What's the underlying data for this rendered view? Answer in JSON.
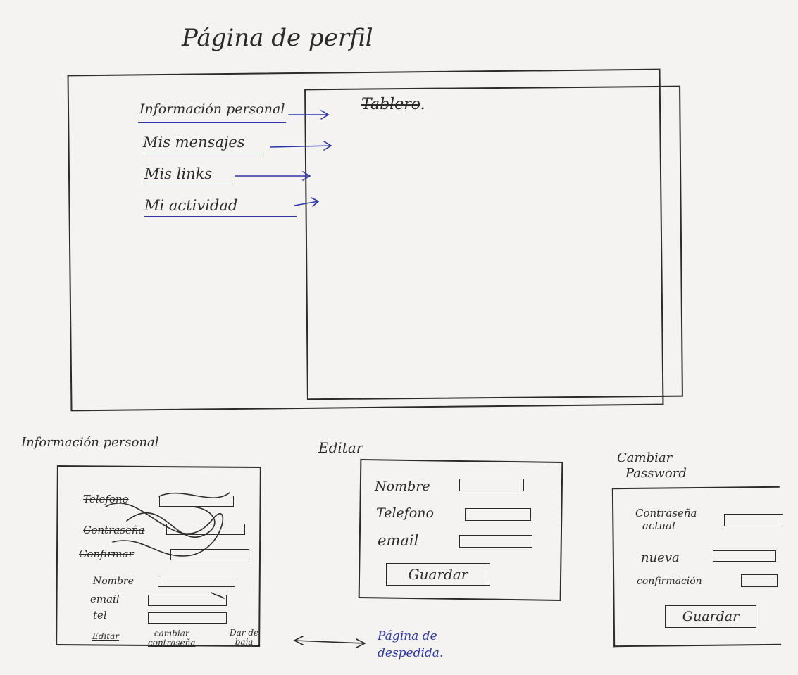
{
  "title": "Página de perfil",
  "main_screen": {
    "menu": [
      "Información personal",
      "Mis mensajes",
      "Mis links",
      "Mi actividad"
    ],
    "panel_title_struck": "Tablero",
    "panel_title_suffix": "."
  },
  "info_personal": {
    "title": "Información personal",
    "struck_labels": [
      "Telefono",
      "Contraseña",
      "Confirmar"
    ],
    "labels": [
      "Nombre",
      "email",
      "tel"
    ],
    "links": {
      "edit": "Editar",
      "change_pw": [
        "cambiar",
        "contraseña"
      ],
      "leave": [
        "Dar de",
        "baja"
      ]
    },
    "goodbye_note": [
      "Página de",
      "despedida."
    ]
  },
  "editar": {
    "title": "Editar",
    "labels": [
      "Nombre",
      "Telefono",
      "email"
    ],
    "save": "Guardar"
  },
  "cambiar_password": {
    "title": [
      "Cambiar",
      "Password"
    ],
    "labels": [
      [
        "Contraseña",
        "actual"
      ],
      "nueva",
      "confirmación"
    ],
    "save": "Guardar"
  },
  "colors": {
    "ink": "#2b2b2b",
    "blue_ink": "#2a36a8",
    "paper": "#f4f3f1"
  }
}
